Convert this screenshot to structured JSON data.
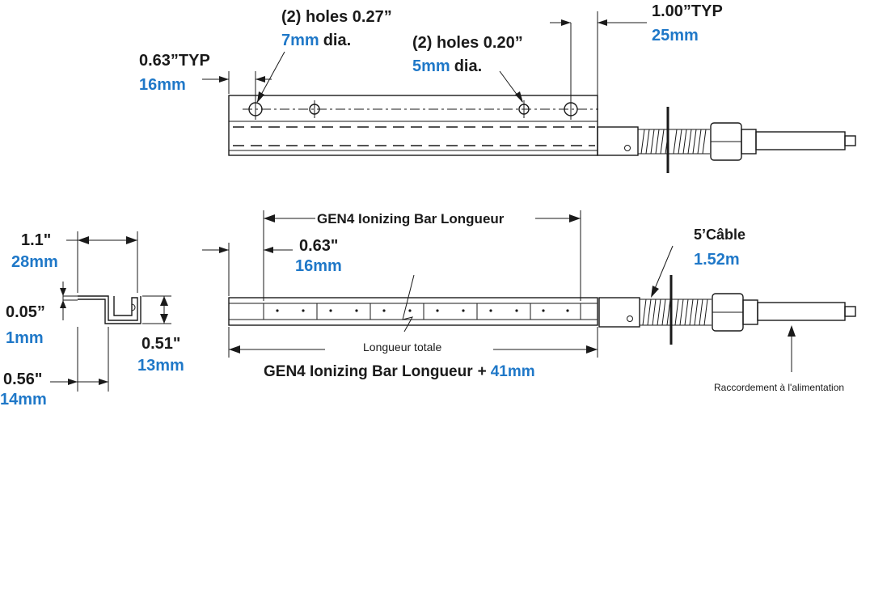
{
  "top_view": {
    "hole_large": {
      "qty": "(2) holes 0.27”",
      "metric": "7mm",
      "suffix": "dia."
    },
    "hole_small": {
      "qty": "(2) holes 0.20”",
      "metric": "5mm",
      "suffix": "dia."
    },
    "typ_left": {
      "imperial": "0.63”TYP",
      "metric": "16mm"
    },
    "typ_right": {
      "imperial": "1.00”TYP",
      "metric": "25mm"
    }
  },
  "front_view": {
    "bar_length_label": "GEN4 Ionizing Bar Longueur",
    "offset": {
      "imperial": "0.63\"",
      "metric": "16mm"
    },
    "cable": {
      "imperial": "5’Câble",
      "metric": "1.52m"
    },
    "overall_label": "Longueur totale",
    "total_length_label": "GEN4 Ionizing Bar Longueur",
    "total_length_plus": "+",
    "total_length_addition": "41mm",
    "power_label": "Raccordement à l'alimentation"
  },
  "section_view": {
    "width": {
      "imperial": "1.1\"",
      "metric": "28mm"
    },
    "wall": {
      "imperial": "0.05”",
      "metric": "1mm"
    },
    "height": {
      "imperial": "0.51\"",
      "metric": "13mm"
    },
    "depth": {
      "imperial": "0.56\"",
      "metric": "14mm"
    }
  },
  "colors": {
    "metric_text": "#1f78c8",
    "line": "#1a1a1a"
  }
}
